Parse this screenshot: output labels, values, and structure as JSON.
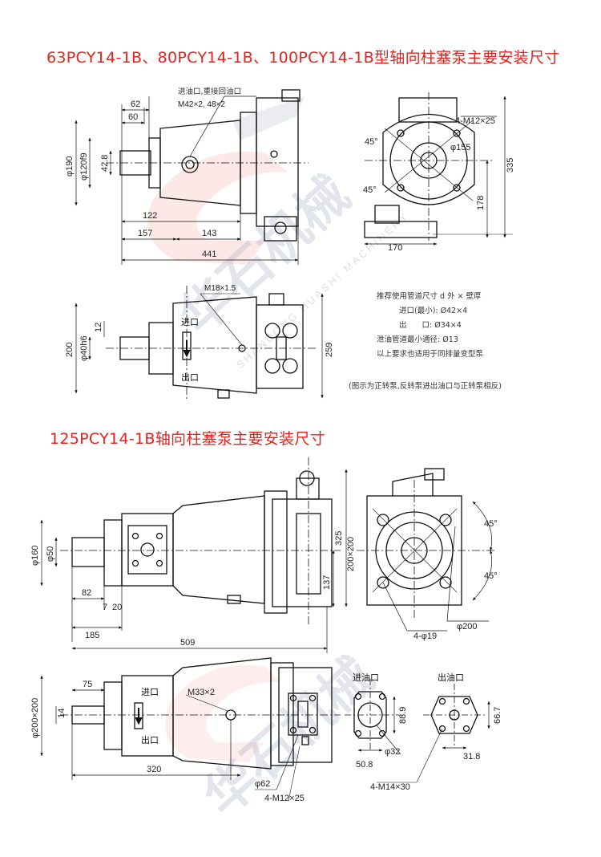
{
  "titles": {
    "section1": "63PCY14-1B、80PCY14-1B、100PCY14-1B型轴向柱塞泵主要安装尺寸",
    "section2": "125PCY14-1B轴向柱塞泵主要安装尺寸"
  },
  "section1": {
    "side_view": {
      "callout": "进油口,重接回油口",
      "thread": "M42×2, 48×2",
      "d62": "62",
      "d60": "60",
      "d190": "φ190",
      "d120": "φ120f9",
      "d42_8": "42.8",
      "d122": "122",
      "d157": "157",
      "d143": "143",
      "d441": "441"
    },
    "end_view": {
      "bolts": "4-M12×25",
      "d155": "φ155",
      "a45_top": "45°",
      "a45_bot": "45°",
      "d335": "335",
      "d178": "178",
      "d170": "170"
    },
    "top_view": {
      "thread": "M18×1.5",
      "d200": "200",
      "d40": "φ40h6",
      "d12": "12",
      "d259": "259",
      "inlet": "进口",
      "outlet": "出口"
    },
    "notes": {
      "line1": "推荐使用管道尺寸 d 外 × 壁厚",
      "line2": "进口(最小): Ø42×4",
      "line3": "出　　口: Ø34×4",
      "line4": "泄油管道最小通径: Ø13",
      "line5": "以上要求也适用于同排量变型泵",
      "line6": "(图示为正转泵,反转泵进出油口与正转泵相反)"
    }
  },
  "section2": {
    "side_view": {
      "d160": "φ160",
      "d50": "φ50",
      "d82": "82",
      "d7": "7",
      "d20": "20",
      "d185": "185",
      "d509": "509",
      "d325": "325",
      "d137": "137",
      "d200x200": "200×200"
    },
    "end_view": {
      "a45_top": "45°",
      "a45_bot": "45°",
      "holes": "4-φ19",
      "d200": "φ200"
    },
    "top_view": {
      "d75": "75",
      "d14": "14",
      "d200x200": "φ200×200",
      "inlet": "进口",
      "outlet": "出口",
      "thread": "M33×2",
      "d320": "320",
      "d62": "φ62",
      "bolts": "4-M12×25"
    },
    "inlet_flange": {
      "title": "进油口",
      "d88_9": "88.9",
      "d50_8": "50.8",
      "d32": "φ32"
    },
    "outlet_flange": {
      "title": "出油口",
      "d66_7": "66.7",
      "d31_8": "31.8",
      "bolts": "4-M14×30"
    }
  },
  "watermark": {
    "cn": "华石机械",
    "en": "SHANDONG HUASHI MACHINERY",
    "color": "#9aa3b8",
    "accent": "#e8211c"
  }
}
